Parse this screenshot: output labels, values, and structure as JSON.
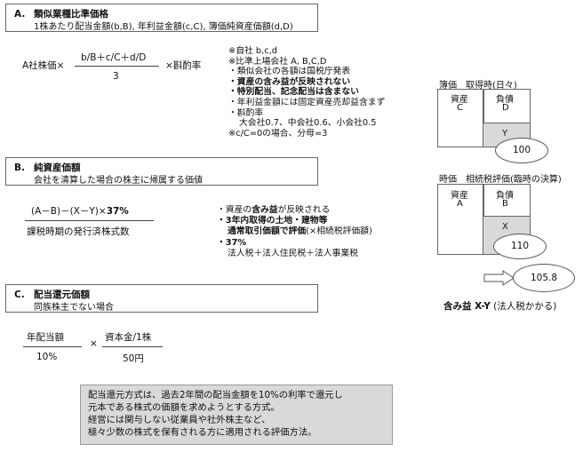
{
  "sectionA": {
    "num": "A.",
    "title": "類似業種比準価格",
    "subtitle": "1株あたり配当金額(b,B), 年利益金額(c,C), 簿価純資産価額(d,D)",
    "lhs": "A社株価×",
    "numerator": "b/B＋c/C＋d/D",
    "denominator": "3",
    "rhs": "×斟酌率",
    "notes": [
      "※自社 b,c,d",
      "※比準上場会社 A, B,C,D",
      "・類似会社の各額は国税庁発表",
      "・資産の含み益が反映されない",
      "・特別配当、記念配当は含まない",
      "・年利益金額には固定資産売却益含まず",
      "・斟酌率",
      "大会社0.7、中会社0.6、小会社0.5",
      "※c/C=0の場合、分母=3"
    ]
  },
  "sectionB": {
    "num": "B.",
    "title": "純資産価額",
    "subtitle": "会社を清算した場合の株主に帰属する価値",
    "numerator_pre": "(A－B)－(X－Y)×",
    "numerator_pct": "37%",
    "denominator": "課税時期の発行済株式数",
    "notes": {
      "n1_pre": "・資産の",
      "n1_bold": "含み益",
      "n1_post": "が反映される",
      "n2": "・3年内取得の土地・建物等",
      "n3_bold": "通常取引価額で評価",
      "n3_post": "(×相続税評価額)",
      "n4": "・37%",
      "n5": "法人税＋法人住民税＋法人事業税"
    }
  },
  "sectionC": {
    "num": "C.",
    "title": "配当還元価額",
    "subtitle": "同族株主でない場合",
    "frac1_num": "年配当額",
    "frac1_den": "10%",
    "times": "×",
    "frac2_num": "資本金/1株",
    "frac2_den": "50円"
  },
  "bs1": {
    "caption": "簿価　取得時(日々)",
    "asset_label": "資産",
    "asset_letter": "C",
    "liab_label": "負債",
    "liab_letter": "D",
    "equity_letter": "Y",
    "value": "100"
  },
  "bs2": {
    "caption": "時価　相続税評価(臨時の決算)",
    "asset_label": "資産",
    "asset_letter": "A",
    "liab_label": "負債",
    "liab_letter": "B",
    "equity_letter": "X",
    "value": "110"
  },
  "gain": {
    "value": "105.8",
    "label": "含み益 X-Y",
    "label_note": "(法人税かかる)"
  },
  "note": {
    "lines": [
      "配当還元方式は、過去2年間の配当金額を10%の利率で還元し",
      "元本である株式の価額を求めようとする方式。",
      "経営には関与しない従業員や社外株主など、",
      "極々少数の株式を保有される方に適用される評価方法。"
    ]
  }
}
